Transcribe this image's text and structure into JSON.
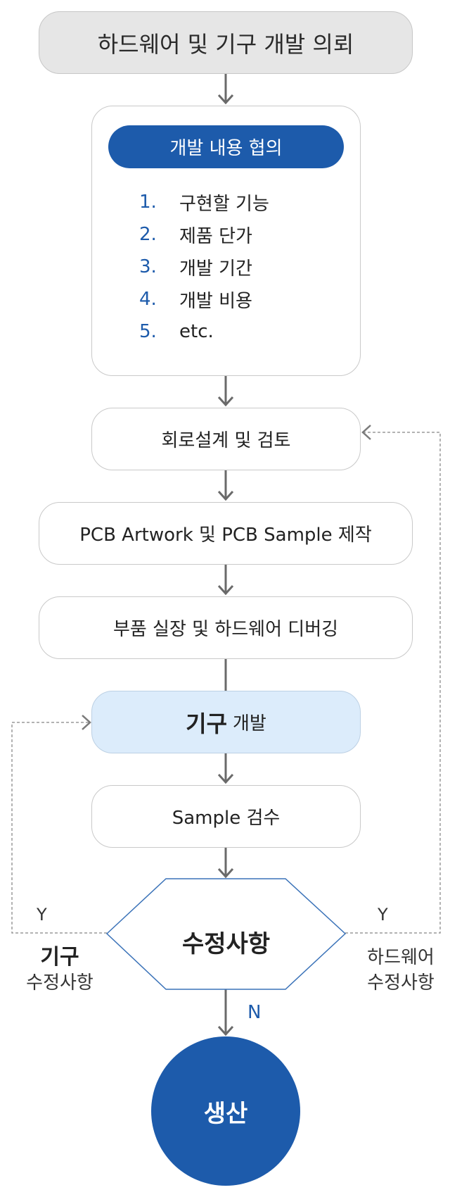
{
  "flow": {
    "start": "하드웨어 및 기구 개발 의뢰",
    "consult": {
      "title": "개발 내용 협의",
      "items": [
        {
          "num": "1.",
          "text": "구현할 기능"
        },
        {
          "num": "2.",
          "text": "제품 단가"
        },
        {
          "num": "3.",
          "text": "개발 기간"
        },
        {
          "num": "4.",
          "text": "개발 비용"
        },
        {
          "num": "5.",
          "text": "etc."
        }
      ]
    },
    "circuit": "회로설계 및 검토",
    "pcb": "PCB Artwork 및 PCB Sample 제작",
    "parts": "부품 실장 및 하드웨어 디버깅",
    "mechanical": {
      "strong": "기구",
      "sub": "개발"
    },
    "sample": "Sample 검수",
    "decision": "수정사항",
    "yes_left": "Y",
    "yes_right": "Y",
    "no_label": "N",
    "left_branch": {
      "line1": "기구",
      "line2": "수정사항"
    },
    "right_branch": {
      "line1": "하드웨어",
      "line2": "수정사항"
    },
    "end": "생산"
  },
  "colors": {
    "accent_blue": "#1d5bab",
    "highlight_box": "#dcecfb",
    "start_box": "#e6e6e6",
    "arrow": "#6a6a6a",
    "dashed_line": "#9a9a9a"
  }
}
